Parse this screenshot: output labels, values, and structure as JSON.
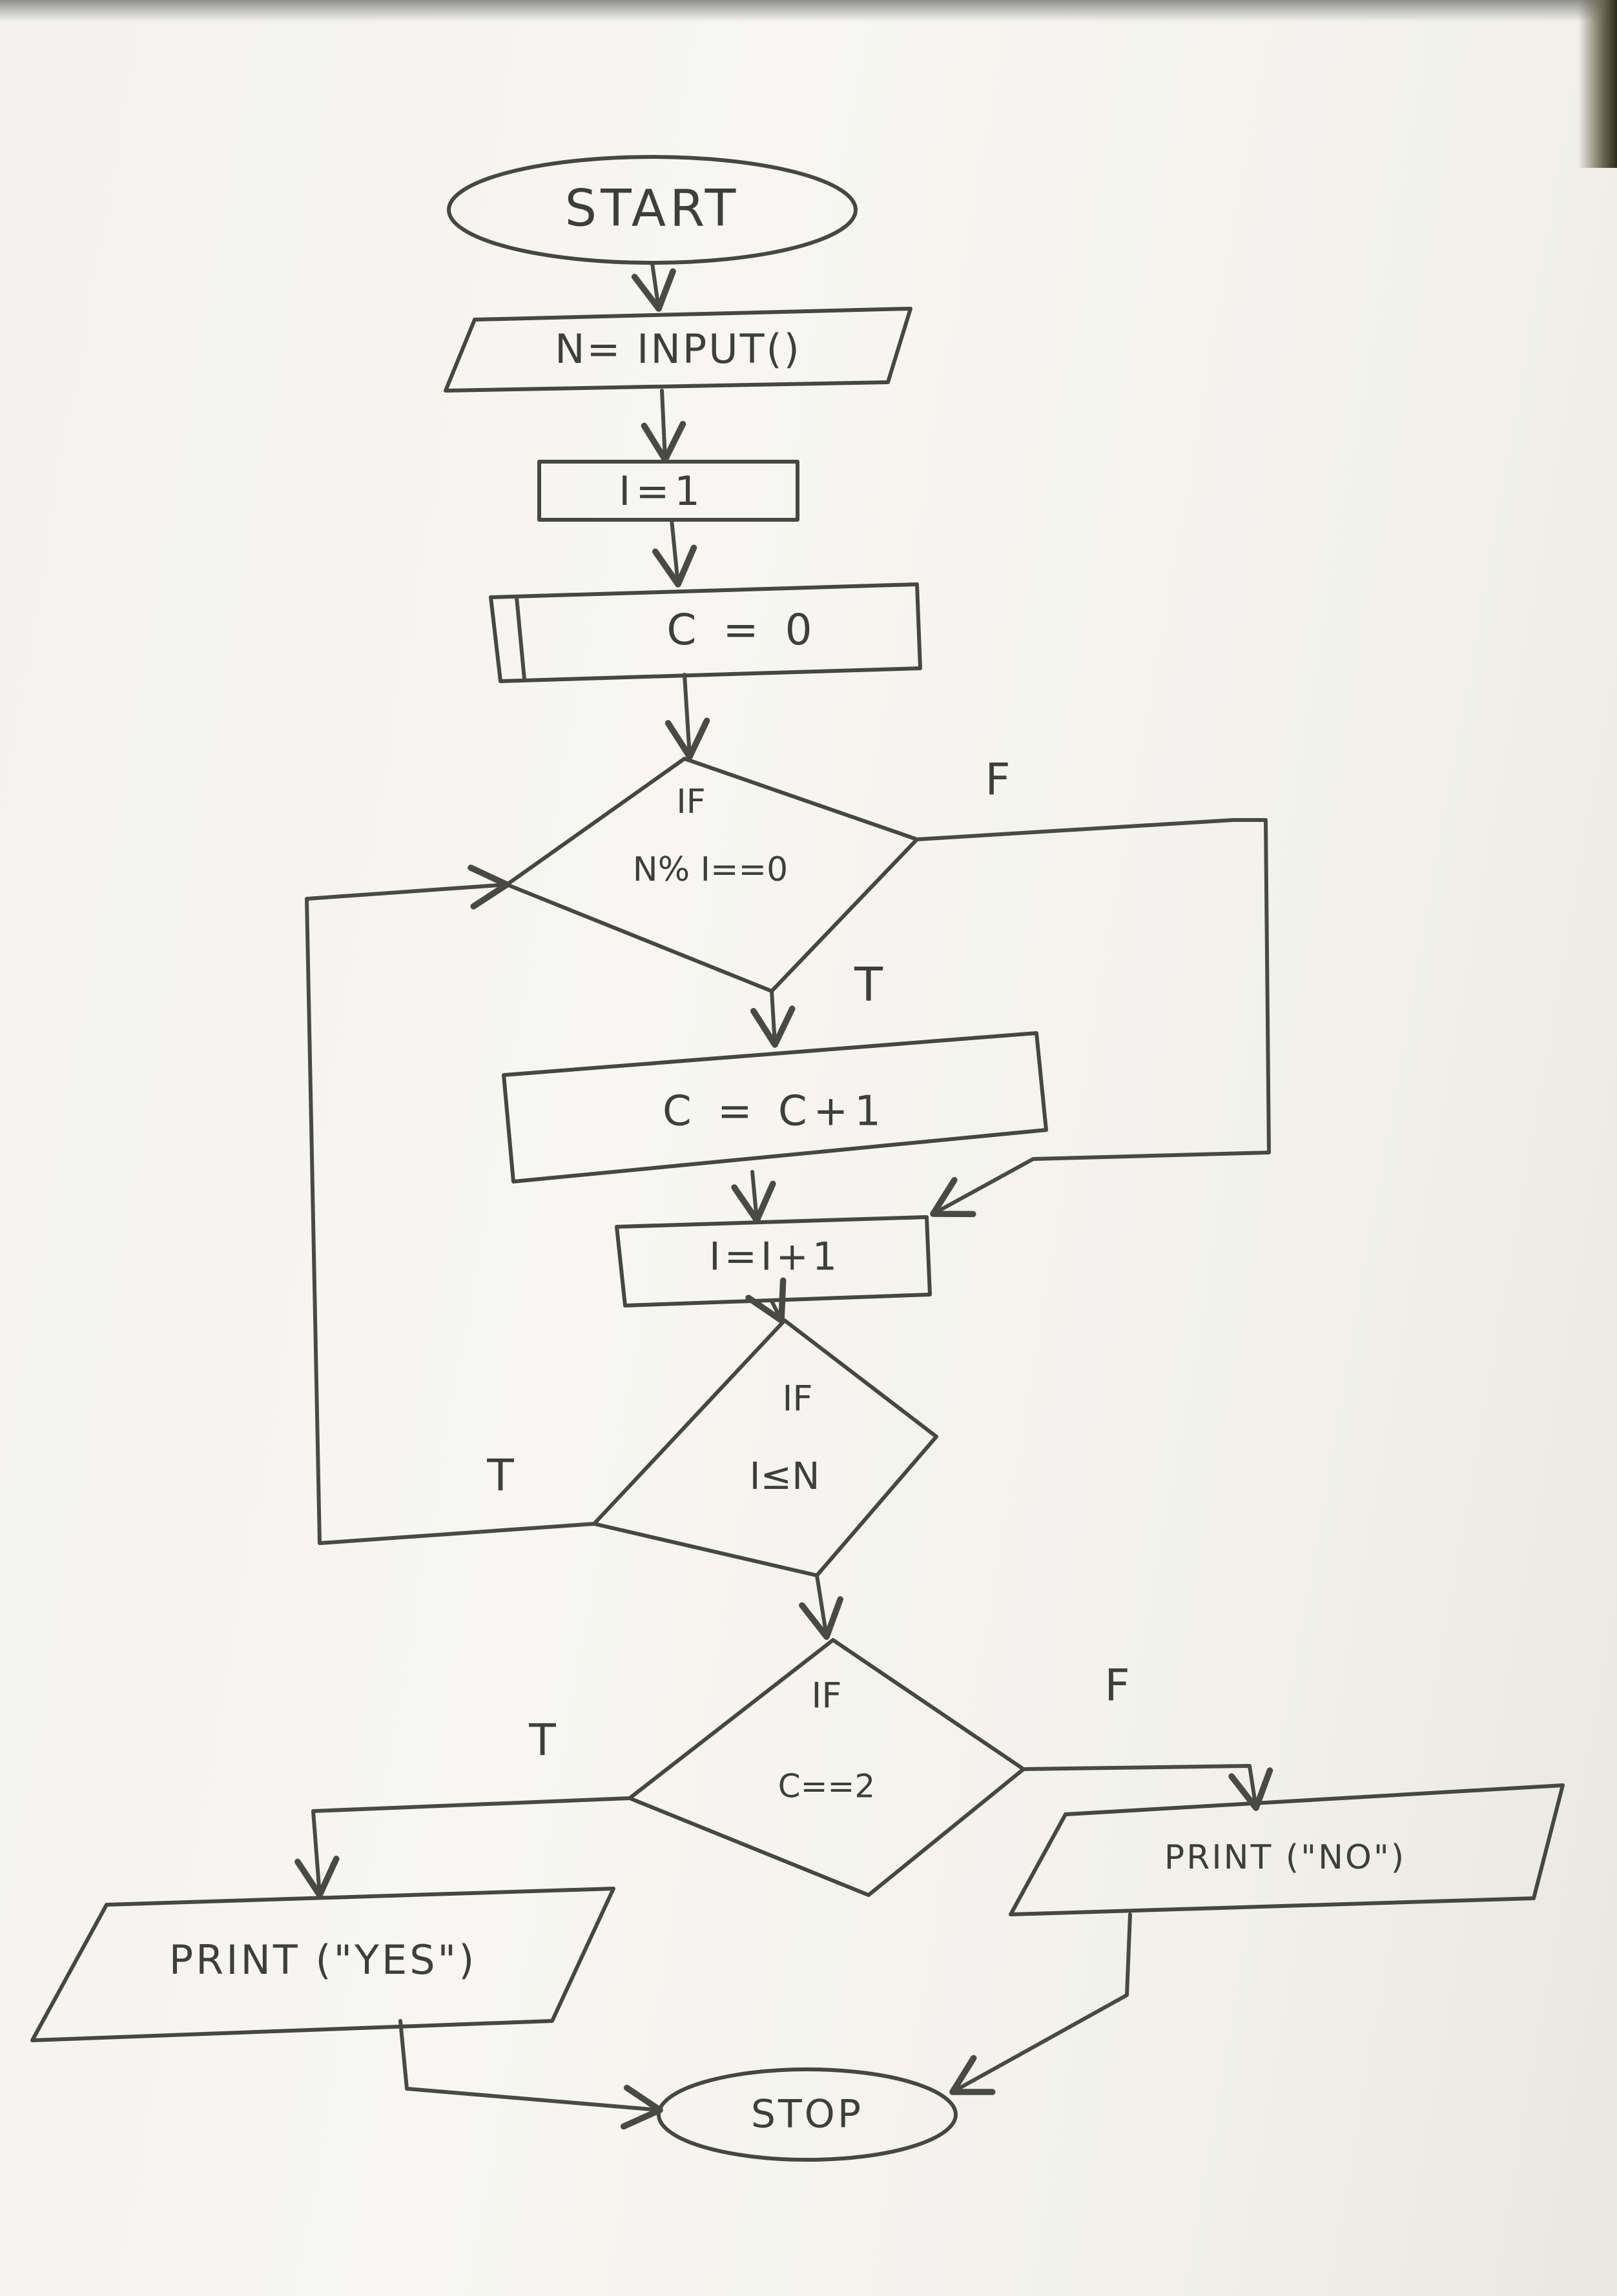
{
  "flowchart": {
    "start": "START",
    "input_n": "N= INPUT()",
    "init_i": "I=1",
    "init_c": "C = 0",
    "decision_mod": {
      "line1": "IF",
      "line2": "N% I==0"
    },
    "increment_c": "C = C+1",
    "increment_i": "I=I+1",
    "decision_loop": {
      "line1": "IF",
      "line2": "I≤N"
    },
    "decision_prime": {
      "line1": "IF",
      "line2": "C==2"
    },
    "print_yes": "PRINT (\"YES\")",
    "print_no": "PRINT (\"NO\")",
    "stop": "STOP"
  },
  "branch_labels": {
    "mod_false": "F",
    "mod_true": "T",
    "loop_true": "T",
    "prime_true": "T",
    "prime_false": "F"
  }
}
